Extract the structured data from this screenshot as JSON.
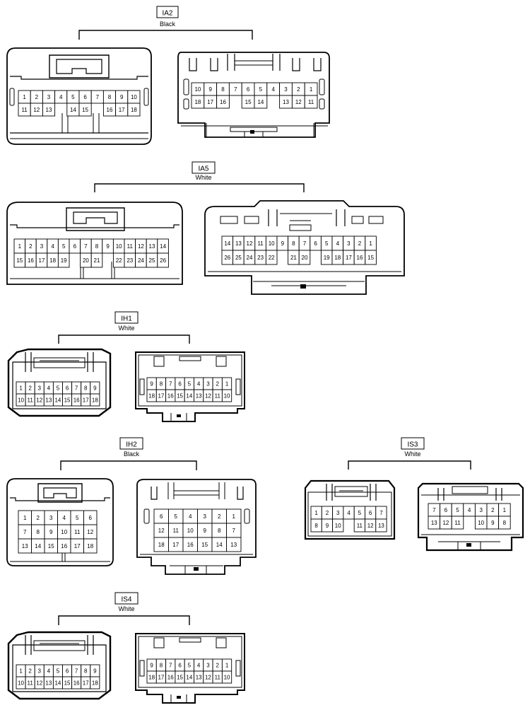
{
  "connectors": [
    {
      "id": "IA2",
      "color": "Black",
      "left": {
        "rows": [
          {
            "cells": [
              "1",
              "2",
              "3",
              "4",
              "5",
              "6",
              "7",
              "8",
              "9",
              "10"
            ]
          },
          {
            "cells": [
              "11",
              "12",
              "13",
              "",
              "14",
              "15",
              "",
              "16",
              "17",
              "18"
            ]
          }
        ]
      },
      "right": {
        "rows": [
          {
            "cells": [
              "10",
              "9",
              "8",
              "7",
              "6",
              "5",
              "4",
              "3",
              "2",
              "1"
            ]
          },
          {
            "cells": [
              "18",
              "17",
              "16",
              "",
              "15",
              "14",
              "",
              "13",
              "12",
              "11"
            ]
          }
        ]
      }
    },
    {
      "id": "IA5",
      "color": "White",
      "left": {
        "rows": [
          {
            "cells": [
              "1",
              "2",
              "3",
              "4",
              "5",
              "6",
              "7",
              "8",
              "9",
              "10",
              "11",
              "12",
              "13",
              "14"
            ]
          },
          {
            "cells": [
              "15",
              "16",
              "17",
              "18",
              "19",
              "",
              "20",
              "21",
              "",
              "22",
              "23",
              "24",
              "25",
              "26"
            ]
          }
        ]
      },
      "right": {
        "rows": [
          {
            "cells": [
              "14",
              "13",
              "12",
              "11",
              "10",
              "9",
              "8",
              "7",
              "6",
              "5",
              "4",
              "3",
              "2",
              "1"
            ]
          },
          {
            "cells": [
              "26",
              "25",
              "24",
              "23",
              "22",
              "",
              "21",
              "20",
              "",
              "19",
              "18",
              "17",
              "16",
              "15"
            ]
          }
        ]
      }
    },
    {
      "id": "IH1",
      "color": "White",
      "left": {
        "rows": [
          {
            "cells": [
              "1",
              "2",
              "3",
              "4",
              "5",
              "6",
              "7",
              "8",
              "9"
            ]
          },
          {
            "cells": [
              "10",
              "11",
              "12",
              "13",
              "14",
              "15",
              "16",
              "17",
              "18"
            ]
          }
        ]
      },
      "right": {
        "rows": [
          {
            "cells": [
              "9",
              "8",
              "7",
              "6",
              "5",
              "4",
              "3",
              "2",
              "1"
            ]
          },
          {
            "cells": [
              "18",
              "17",
              "16",
              "15",
              "14",
              "13",
              "12",
              "11",
              "10"
            ]
          }
        ]
      }
    },
    {
      "id": "IH2",
      "color": "Black",
      "left": {
        "rows": [
          {
            "cells": [
              "1",
              "2",
              "3",
              "4",
              "5",
              "6"
            ]
          },
          {
            "cells": [
              "7",
              "8",
              "9",
              "10",
              "11",
              "12"
            ]
          },
          {
            "cells": [
              "13",
              "14",
              "15",
              "16",
              "17",
              "18"
            ]
          }
        ]
      },
      "right": {
        "rows": [
          {
            "cells": [
              "6",
              "5",
              "4",
              "3",
              "2",
              "1"
            ]
          },
          {
            "cells": [
              "12",
              "11",
              "10",
              "9",
              "8",
              "7"
            ]
          },
          {
            "cells": [
              "18",
              "17",
              "16",
              "15",
              "14",
              "13"
            ]
          }
        ]
      }
    },
    {
      "id": "IS3",
      "color": "White",
      "left": {
        "rows": [
          {
            "cells": [
              "1",
              "2",
              "3",
              "4",
              "5",
              "6",
              "7"
            ]
          },
          {
            "cells": [
              "8",
              "9",
              "10",
              "",
              "11",
              "12",
              "13"
            ]
          }
        ]
      },
      "right": {
        "rows": [
          {
            "cells": [
              "7",
              "6",
              "5",
              "4",
              "3",
              "2",
              "1"
            ]
          },
          {
            "cells": [
              "13",
              "12",
              "11",
              "",
              "10",
              "9",
              "8"
            ]
          }
        ]
      }
    },
    {
      "id": "IS4",
      "color": "White",
      "left": {
        "rows": [
          {
            "cells": [
              "1",
              "2",
              "3",
              "4",
              "5",
              "6",
              "7",
              "8",
              "9"
            ]
          },
          {
            "cells": [
              "10",
              "11",
              "12",
              "13",
              "14",
              "15",
              "16",
              "17",
              "18"
            ]
          }
        ]
      },
      "right": {
        "rows": [
          {
            "cells": [
              "9",
              "8",
              "7",
              "6",
              "5",
              "4",
              "3",
              "2",
              "1"
            ]
          },
          {
            "cells": [
              "18",
              "17",
              "16",
              "15",
              "14",
              "13",
              "12",
              "11",
              "10"
            ]
          }
        ]
      }
    }
  ]
}
